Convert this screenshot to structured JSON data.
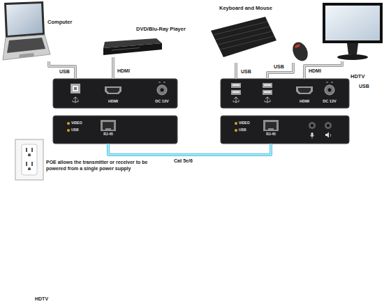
{
  "diagram": {
    "nodes": [
      {
        "text": [
          "Computer"
        ]
      },
      {
        "text": [
          "DVD/Blu-Ray Player"
        ]
      },
      {
        "text": [
          "Keyboard and Mouse"
        ]
      },
      {
        "text": [
          "HDTV"
        ]
      },
      {
        "text": [
          "HDMI",
          "DC 12V"
        ]
      },
      {
        "text": [
          "HDMI",
          "DC 12V"
        ]
      },
      {
        "text": [
          "VIDEO",
          "USB",
          "RJ-45"
        ]
      },
      {
        "text": [
          "VIDEO",
          "USB",
          "RJ-45"
        ]
      }
    ],
    "edges": [
      {
        "from": 0,
        "to": 4,
        "label": "USB",
        "arrow": "none"
      },
      {
        "from": 1,
        "to": 4,
        "label": "HDMI",
        "arrow": "none"
      },
      {
        "from": 2,
        "to": 5,
        "label": "USB",
        "arrow": "none"
      },
      {
        "from": 2,
        "to": 5,
        "label": "USB",
        "arrow": "none"
      },
      {
        "from": 3,
        "to": 5,
        "label": "HDMI",
        "arrow": "none"
      },
      {
        "from": 6,
        "to": 7,
        "label": "Cat 5e/6",
        "arrow": "none"
      }
    ],
    "labels": [
      "POE allows the transmitter or receiver to be powered from a single power supply",
      "USB",
      "HDTV"
    ]
  }
}
